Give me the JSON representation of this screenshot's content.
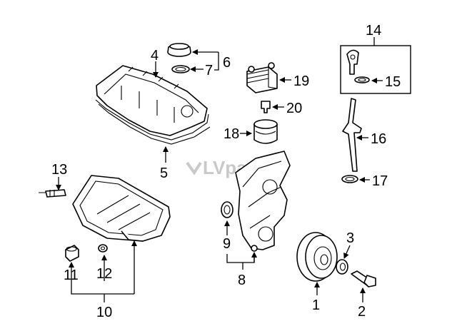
{
  "watermark": "LVparts",
  "callouts": [
    {
      "id": "1",
      "text": "1"
    },
    {
      "id": "2",
      "text": "2"
    },
    {
      "id": "3",
      "text": "3"
    },
    {
      "id": "4",
      "text": "4"
    },
    {
      "id": "5",
      "text": "5"
    },
    {
      "id": "6",
      "text": "6"
    },
    {
      "id": "7",
      "text": "7"
    },
    {
      "id": "8",
      "text": "8"
    },
    {
      "id": "9",
      "text": "9"
    },
    {
      "id": "10",
      "text": "10"
    },
    {
      "id": "11",
      "text": "11"
    },
    {
      "id": "12",
      "text": "12"
    },
    {
      "id": "13",
      "text": "13"
    },
    {
      "id": "14",
      "text": "14"
    },
    {
      "id": "15",
      "text": "15"
    },
    {
      "id": "16",
      "text": "16"
    },
    {
      "id": "17",
      "text": "17"
    },
    {
      "id": "18",
      "text": "18"
    },
    {
      "id": "19",
      "text": "19"
    },
    {
      "id": "20",
      "text": "20"
    }
  ]
}
